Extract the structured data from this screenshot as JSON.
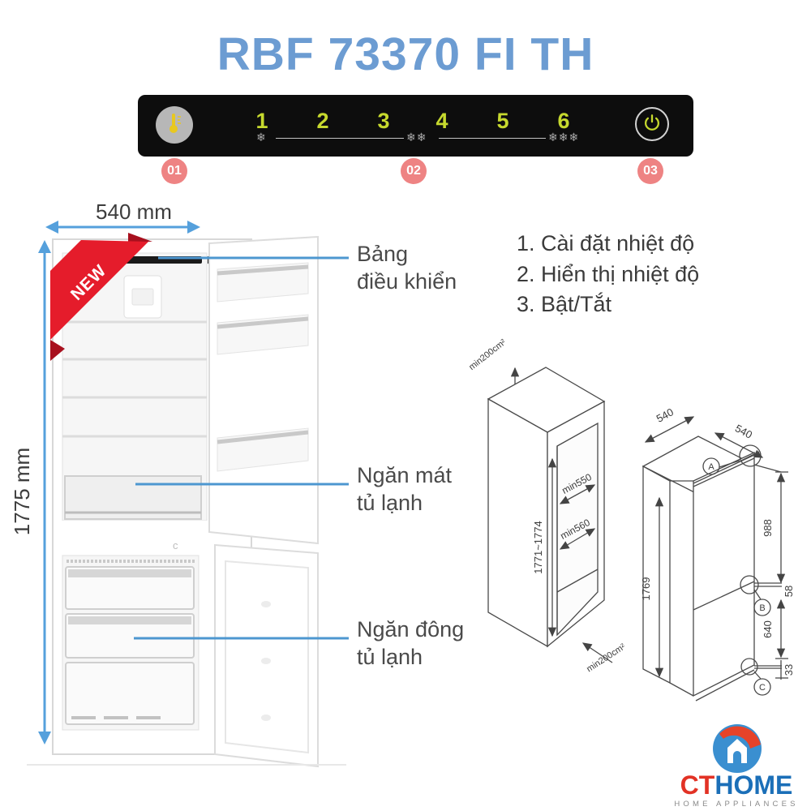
{
  "title": "RBF 73370 FI TH",
  "control_panel": {
    "levels": [
      "1",
      "2",
      "3",
      "4",
      "5",
      "6"
    ],
    "marks": [
      "❄",
      "❄❄",
      "❄❄❄"
    ],
    "temp_button_icon": "thermometer-icon",
    "power_button_icon": "power-icon"
  },
  "badges": [
    "01",
    "02",
    "03"
  ],
  "fridge": {
    "width_label": "540 mm",
    "height_label": "1775 mm",
    "new_label": "NEW",
    "c_mark": "c"
  },
  "callouts": {
    "control_panel": "Bảng\nđiều khiển",
    "cooler": "Ngăn mát\ntủ lạnh",
    "freezer": "Ngăn đông\ntủ lạnh"
  },
  "legend": {
    "items": [
      "1. Cài đặt nhiệt độ",
      "2. Hiển thị nhiệt độ",
      "3. Bật/Tắt"
    ]
  },
  "niche_drawing": {
    "top_vent": "min200cm²",
    "depth_top": "min550",
    "depth_bottom": "min560",
    "height": "1771~1774",
    "bottom_vent": "min200cm²"
  },
  "unit_drawing": {
    "width_left": "540",
    "width_right": "540",
    "hinge_top": "A",
    "dim_upper": "988",
    "dim_gap": "58",
    "hinge_mid": "B",
    "dim_lower": "640",
    "hinge_bottom": "C",
    "dim_base": "33",
    "height": "1769"
  },
  "logo": {
    "part1": "CT",
    "part2": "HOME",
    "subtitle": "HOME APPLIANCES"
  },
  "colors": {
    "title_blue": "#6c9cd2",
    "accent_blue": "#55a0dc",
    "callout_blue": "#4d97d0",
    "badge_pink": "#ee8383",
    "panel_black": "#0d0d0d",
    "level_green": "#c6d92e",
    "ribbon_red": "#e51c2b",
    "logo_red": "#e23225",
    "logo_blue": "#1b6fb8"
  }
}
